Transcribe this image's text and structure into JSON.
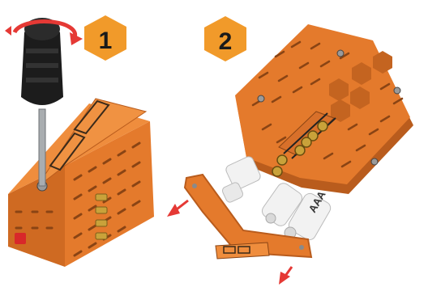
{
  "steps": [
    {
      "number": "1"
    },
    {
      "number": "2"
    }
  ],
  "battery": {
    "label": "AAA"
  },
  "colors": {
    "badge": "#f19a2a",
    "badge_text": "#1a1a1a",
    "case_orange": "#e2782a",
    "case_dark": "#b95c1d",
    "case_light": "#f0944a",
    "arrow_red": "#e53935",
    "screwdriver_black": "#1c1c1c",
    "battery_white": "#f2f2f2",
    "brass": "#c9a23a"
  },
  "icons": {
    "rotate": "rotate-arrow-icon",
    "direction": "pull-arrow-icon"
  }
}
